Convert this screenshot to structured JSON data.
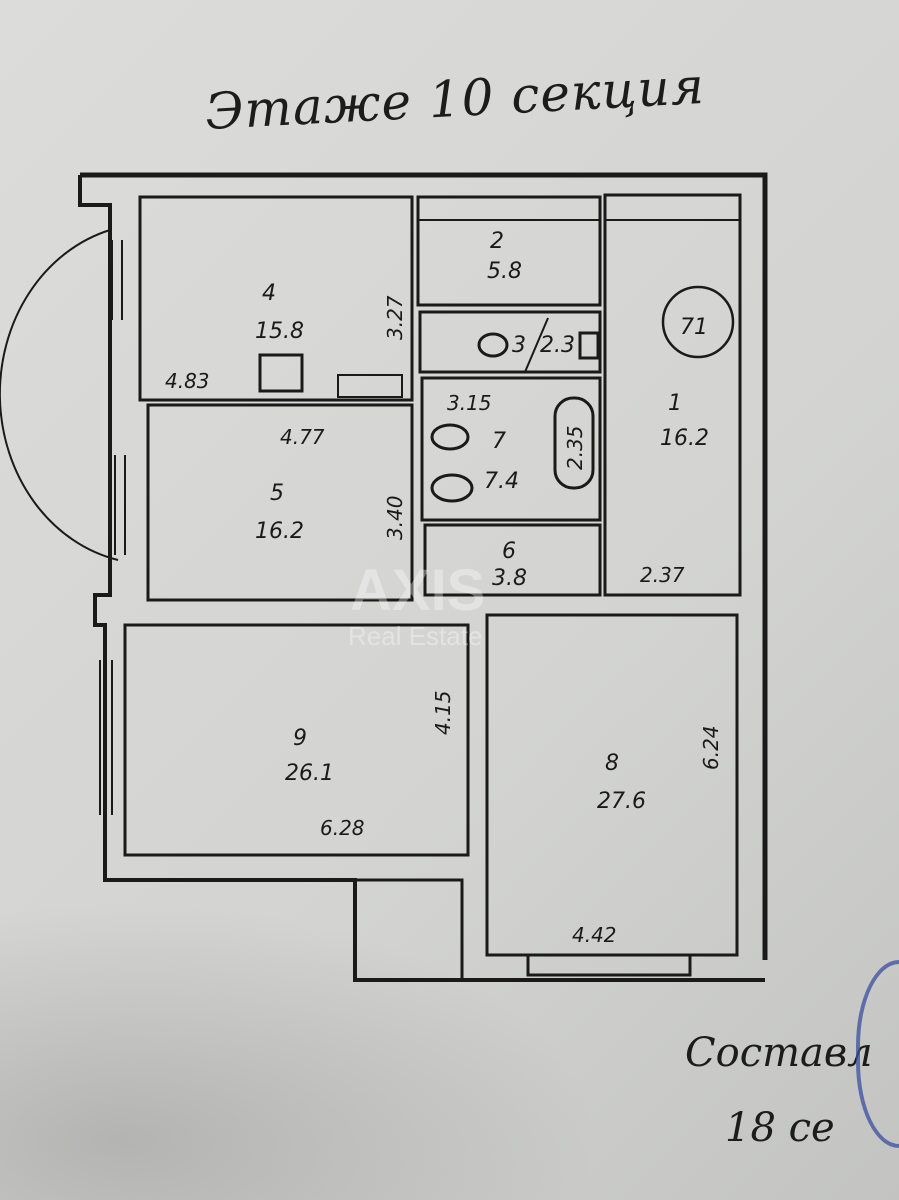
{
  "handwriting": {
    "title": "Этаже 10 секция",
    "note_line1": "Составл",
    "note_line2": "18 се"
  },
  "plan": {
    "apartment_number": "71",
    "rooms": [
      {
        "id": "1",
        "area": "16.2"
      },
      {
        "id": "2",
        "area": "5.8"
      },
      {
        "id": "3",
        "area": "2.3"
      },
      {
        "id": "4",
        "area": "15.8"
      },
      {
        "id": "5",
        "area": "16.2"
      },
      {
        "id": "6",
        "area": "3.8"
      },
      {
        "id": "7",
        "area": "7.4"
      },
      {
        "id": "8",
        "area": "27.6"
      },
      {
        "id": "9",
        "area": "26.1"
      }
    ],
    "dimensions": {
      "room4_width": "4.83",
      "room4_height": "3.27",
      "room5_width": "4.77",
      "room5_height": "3.40",
      "room7_width": "3.15",
      "bath_length": "2.35",
      "room1_width": "2.37",
      "room9_width": "6.28",
      "room9_height": "4.15",
      "room8_width": "4.42",
      "room8_height": "6.24"
    }
  },
  "watermark": {
    "logo": "AXIS",
    "subtitle": "Real Estate"
  },
  "colors": {
    "paper": "#d9d9d7",
    "ink": "#1a1a1a",
    "stamp": "#3b4fa0"
  }
}
